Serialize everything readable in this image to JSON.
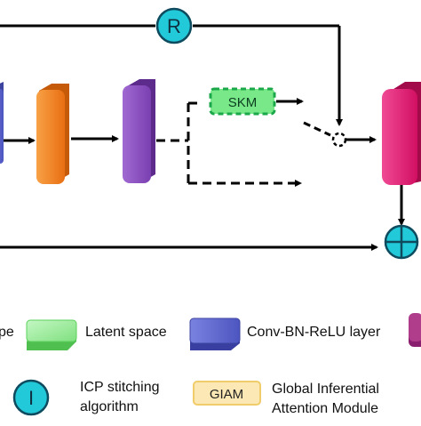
{
  "diagram": {
    "residual_node": {
      "label": "R",
      "fill": "#22c9d8",
      "stroke": "#0e4b5f"
    },
    "skm_block": {
      "label": "SKM",
      "fill": "#79e889",
      "border": "#1ba84a",
      "text": "#0b3d1f"
    },
    "legend": {
      "item_cut_off": {
        "label": "pe"
      },
      "latent_space": {
        "label": "Latent space",
        "color": "#8ff28f"
      },
      "conv_bn_relu": {
        "label": "Conv-BN-ReLU layer",
        "color": "#5a63cf"
      },
      "icp": {
        "symbol": "I",
        "line1": "ICP stitching",
        "line2": "algorithm",
        "color": "#22c9d8"
      },
      "giam": {
        "box_label": "GIAM",
        "line1": "Global Inferential",
        "line2": "Attention Module",
        "box_fill": "#fbe8b5"
      }
    },
    "colors": {
      "blue_block": "#5a63cf",
      "orange_block": "#f07d1f",
      "purple_block": "#8b4fc0",
      "magenta_block": "#e0186f",
      "add_node": "#22c9d8"
    }
  }
}
